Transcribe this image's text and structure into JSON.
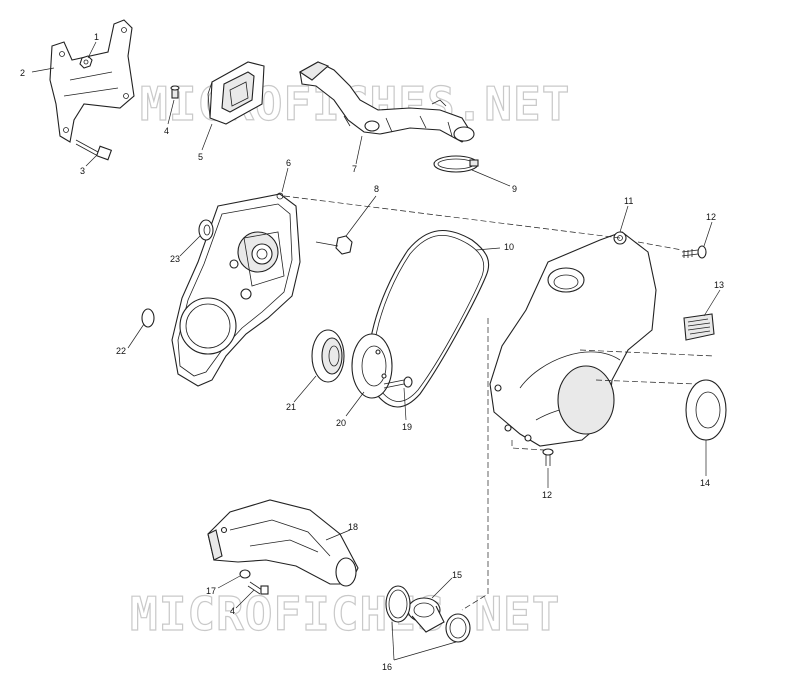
{
  "watermarks": [
    "MICROFICHES.NET",
    "MICROFICHES.NET"
  ],
  "callouts": [
    {
      "id": "c1",
      "label": "1"
    },
    {
      "id": "c2",
      "label": "2"
    },
    {
      "id": "c3",
      "label": "3"
    },
    {
      "id": "c4a",
      "label": "4"
    },
    {
      "id": "c5",
      "label": "5"
    },
    {
      "id": "c6",
      "label": "6"
    },
    {
      "id": "c7",
      "label": "7"
    },
    {
      "id": "c8",
      "label": "8"
    },
    {
      "id": "c9",
      "label": "9"
    },
    {
      "id": "c10",
      "label": "10"
    },
    {
      "id": "c11",
      "label": "11"
    },
    {
      "id": "c12a",
      "label": "12"
    },
    {
      "id": "c12b",
      "label": "12"
    },
    {
      "id": "c13",
      "label": "13"
    },
    {
      "id": "c14",
      "label": "14"
    },
    {
      "id": "c15",
      "label": "15"
    },
    {
      "id": "c16",
      "label": "16"
    },
    {
      "id": "c17",
      "label": "17"
    },
    {
      "id": "c18",
      "label": "18"
    },
    {
      "id": "c19",
      "label": "19"
    },
    {
      "id": "c20",
      "label": "20"
    },
    {
      "id": "c21",
      "label": "21"
    },
    {
      "id": "c22",
      "label": "22"
    },
    {
      "id": "c23",
      "label": "23"
    },
    {
      "id": "c4b",
      "label": "4"
    }
  ]
}
